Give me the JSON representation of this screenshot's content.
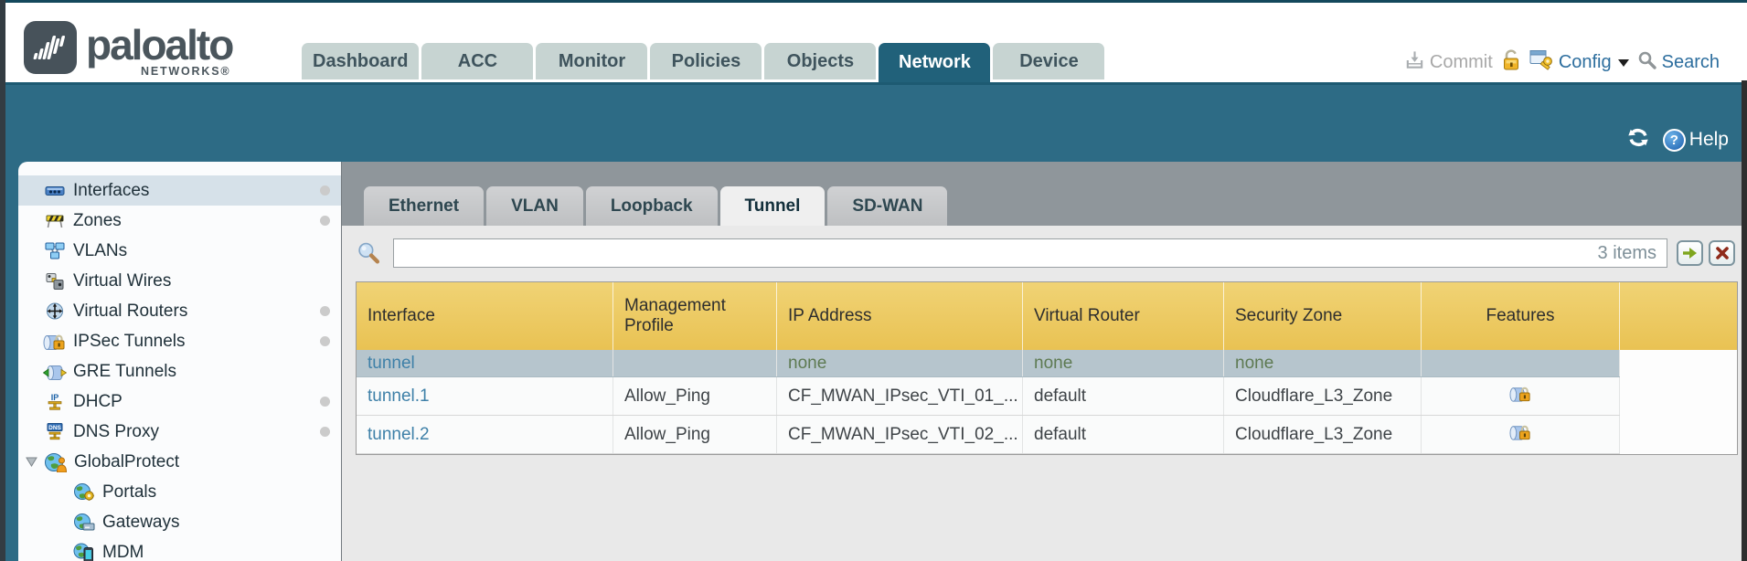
{
  "brand": {
    "name": "paloalto",
    "sub": "NETWORKS®"
  },
  "colors": {
    "band_teal": "#2d6b85",
    "nav_active_tab": "#21617a",
    "table_header_yellow": "#edc75f",
    "selected_row": "#b6c5cd",
    "link_blue": "#3e80a8",
    "none_olive": "#5e7a52"
  },
  "nav": {
    "tabs": [
      {
        "label": "Dashboard"
      },
      {
        "label": "ACC"
      },
      {
        "label": "Monitor"
      },
      {
        "label": "Policies"
      },
      {
        "label": "Objects"
      },
      {
        "label": "Network",
        "active": true
      },
      {
        "label": "Device"
      }
    ]
  },
  "header_tools": {
    "commit": "Commit",
    "config": "Config",
    "search": "Search"
  },
  "band": {
    "help": "Help"
  },
  "sidebar": {
    "items": [
      {
        "label": "Interfaces",
        "icon": "interfaces-icon",
        "selected": true,
        "dot": true
      },
      {
        "label": "Zones",
        "icon": "zones-icon",
        "dot": true
      },
      {
        "label": "VLANs",
        "icon": "vlans-icon"
      },
      {
        "label": "Virtual Wires",
        "icon": "virtual-wires-icon"
      },
      {
        "label": "Virtual Routers",
        "icon": "virtual-routers-icon",
        "dot": true
      },
      {
        "label": "IPSec Tunnels",
        "icon": "ipsec-tunnels-icon",
        "dot": true
      },
      {
        "label": "GRE Tunnels",
        "icon": "gre-tunnels-icon"
      },
      {
        "label": "DHCP",
        "icon": "dhcp-icon",
        "dot": true
      },
      {
        "label": "DNS Proxy",
        "icon": "dns-proxy-icon",
        "dot": true
      },
      {
        "label": "GlobalProtect",
        "icon": "globalprotect-icon",
        "expanded": true
      },
      {
        "label": "Portals",
        "icon": "portals-icon",
        "child": true
      },
      {
        "label": "Gateways",
        "icon": "gateways-icon",
        "child": true
      },
      {
        "label": "MDM",
        "icon": "mdm-icon",
        "child": true
      }
    ]
  },
  "subtabs": {
    "tabs": [
      {
        "label": "Ethernet"
      },
      {
        "label": "VLAN"
      },
      {
        "label": "Loopback"
      },
      {
        "label": "Tunnel",
        "active": true
      },
      {
        "label": "SD-WAN"
      }
    ]
  },
  "filter": {
    "value": "",
    "count": "3 items"
  },
  "table": {
    "columns": [
      {
        "label": "Interface"
      },
      {
        "label": "Management Profile"
      },
      {
        "label": "IP Address"
      },
      {
        "label": "Virtual Router"
      },
      {
        "label": "Security Zone"
      },
      {
        "label": "Features"
      }
    ],
    "rows": [
      {
        "interface": "tunnel",
        "management_profile": "",
        "ip_address": "none",
        "virtual_router": "none",
        "security_zone": "none",
        "features_icon": "",
        "selected": true
      },
      {
        "interface": "tunnel.1",
        "management_profile": "Allow_Ping",
        "ip_address": "CF_MWAN_IPsec_VTI_01_...",
        "virtual_router": "default",
        "security_zone": "Cloudflare_L3_Zone",
        "features_icon": "ipsec-lock-icon"
      },
      {
        "interface": "tunnel.2",
        "management_profile": "Allow_Ping",
        "ip_address": "CF_MWAN_IPsec_VTI_02_...",
        "virtual_router": "default",
        "security_zone": "Cloudflare_L3_Zone",
        "features_icon": "ipsec-lock-icon"
      }
    ]
  }
}
